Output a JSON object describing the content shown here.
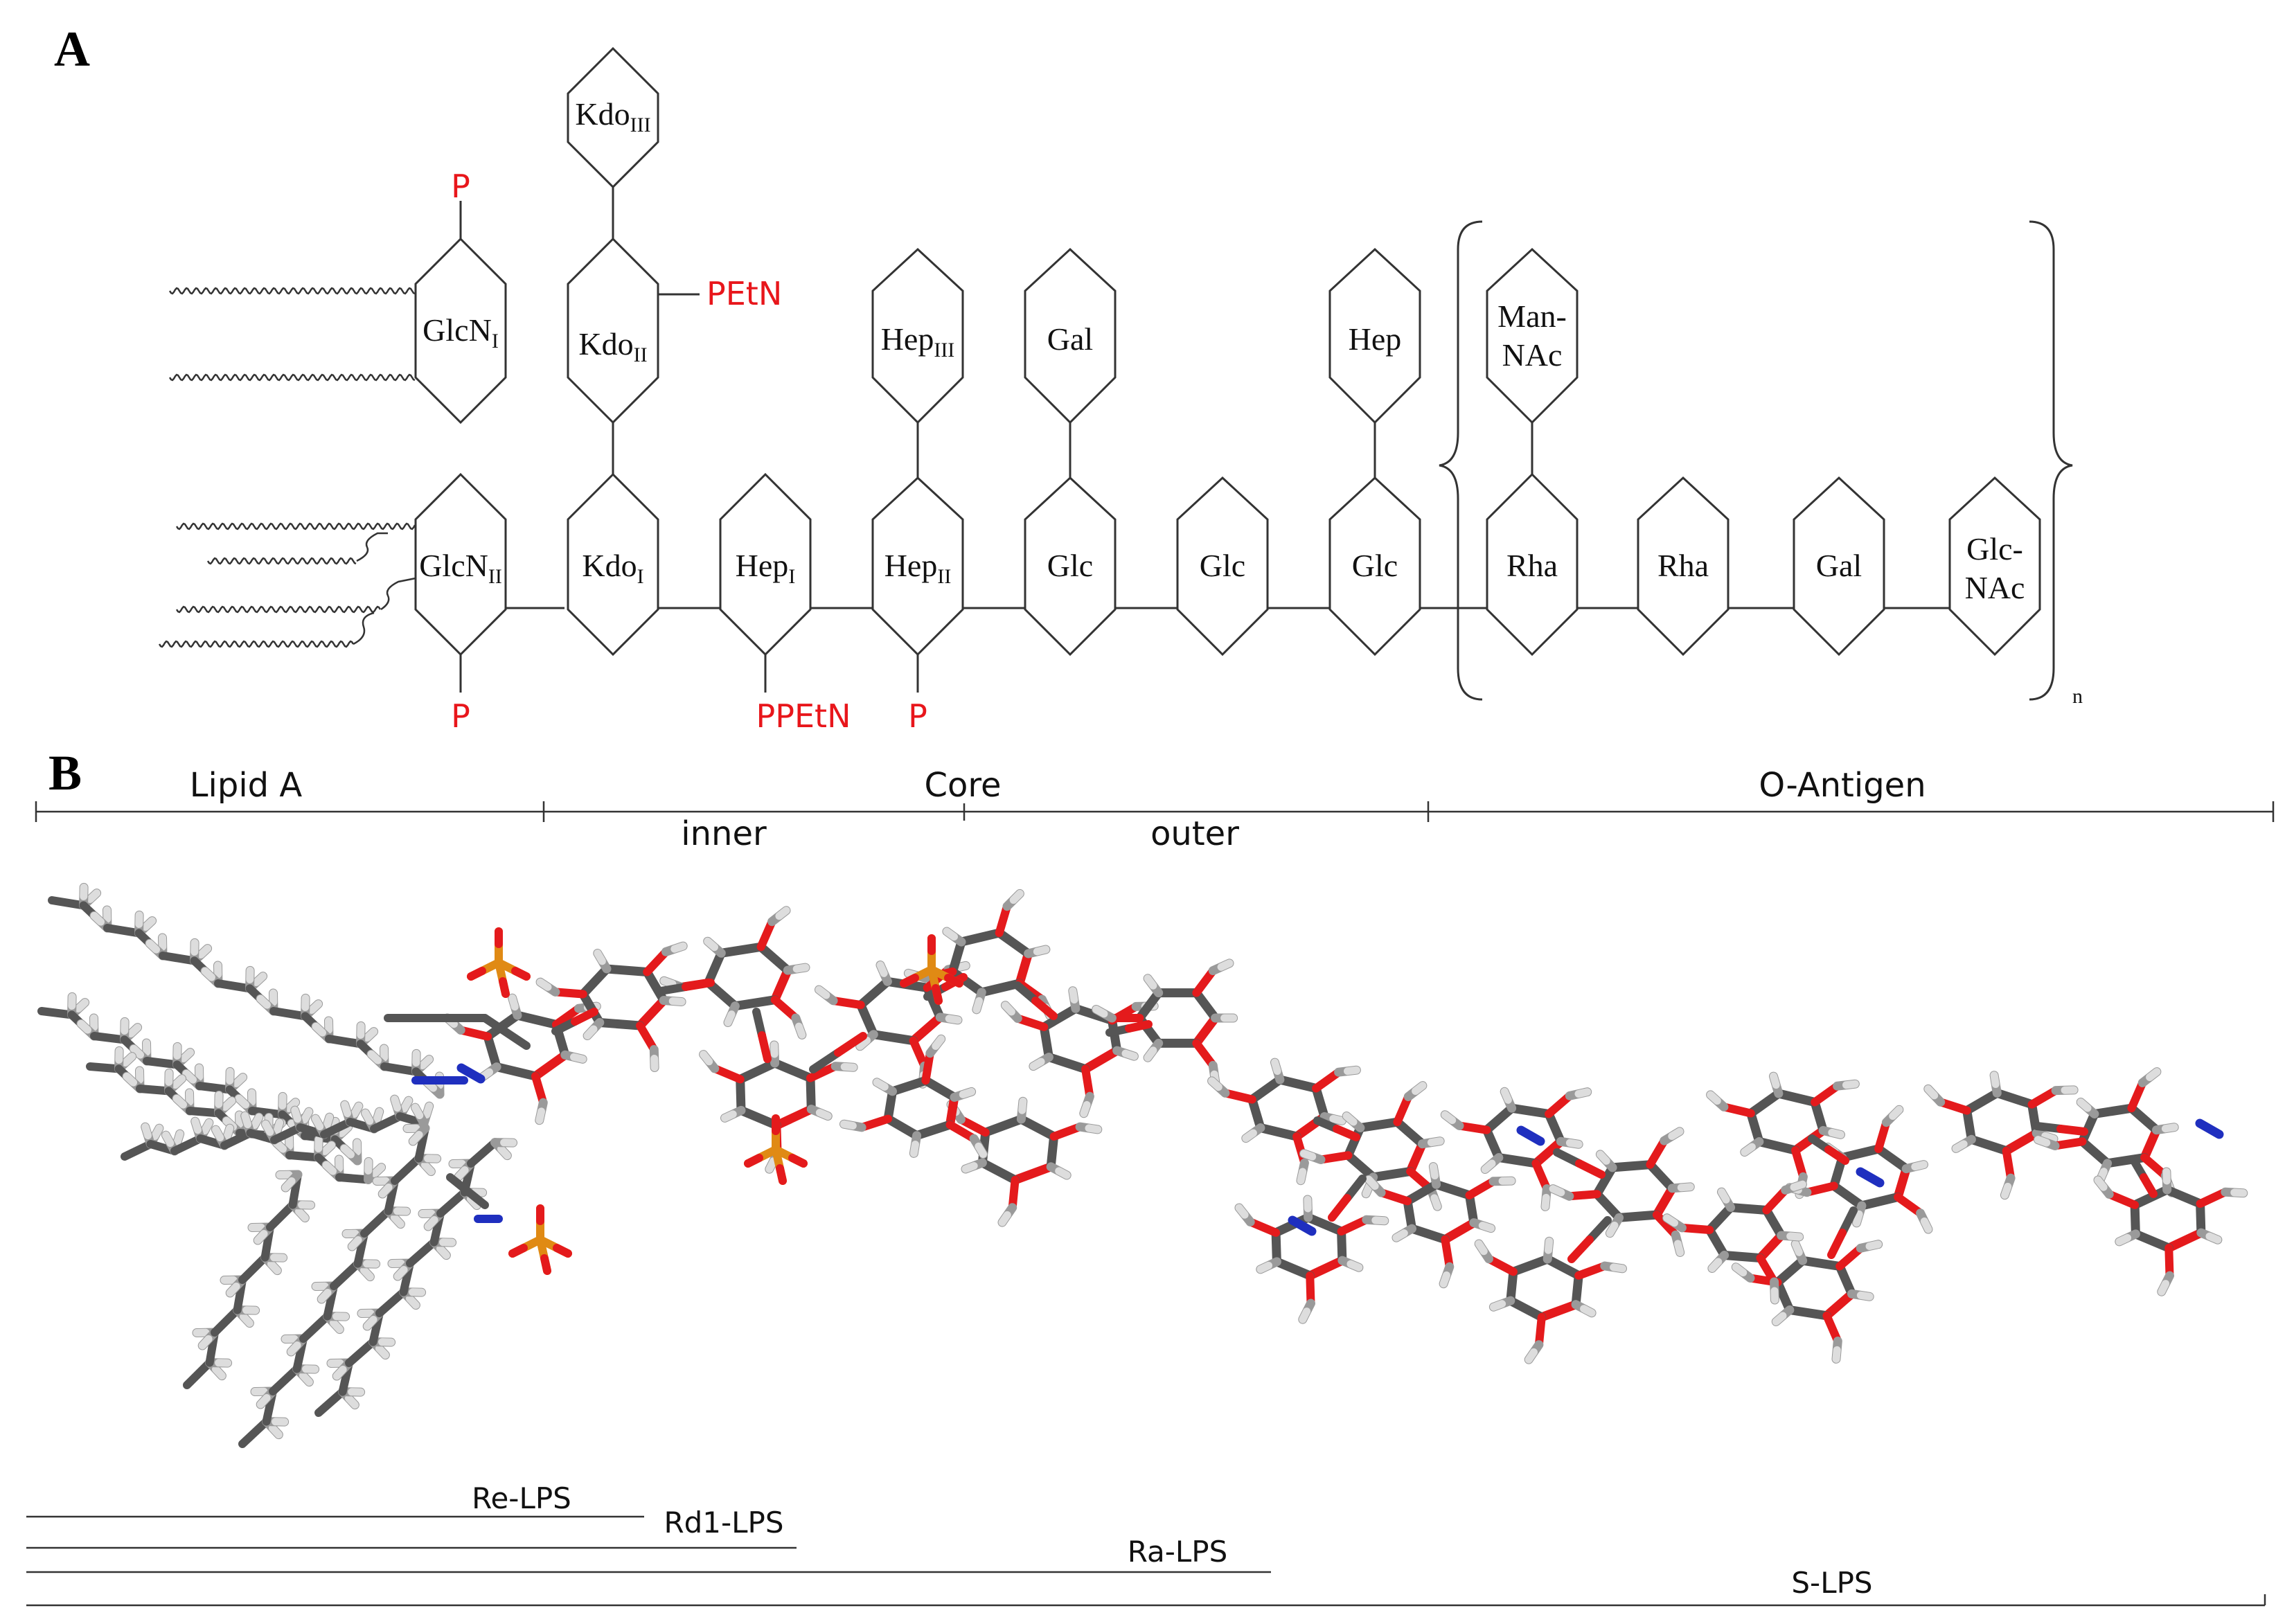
{
  "panels": {
    "a": "A",
    "b": "B"
  },
  "substituents": {
    "p_top": "P",
    "pethn_kdo2": "PEtN",
    "p_bottom_glcn2": "P",
    "ppethn_hep1": "PPEtN",
    "p_bottom_hep2": "P"
  },
  "sugars": {
    "glcn1": {
      "main": "GlcN",
      "sub": "I"
    },
    "glcn2": {
      "main": "GlcN",
      "sub": "II"
    },
    "kdo1": {
      "main": "Kdo",
      "sub": "I"
    },
    "kdo2": {
      "main": "Kdo",
      "sub": "II"
    },
    "kdo3": {
      "main": "Kdo",
      "sub": "III"
    },
    "hep1": {
      "main": "Hep",
      "sub": "I"
    },
    "hep2": {
      "main": "Hep",
      "sub": "II"
    },
    "hep3": {
      "main": "Hep",
      "sub": "III"
    },
    "gal_top": {
      "main": "Gal",
      "sub": ""
    },
    "glc1": {
      "main": "Glc",
      "sub": ""
    },
    "glc2": {
      "main": "Glc",
      "sub": ""
    },
    "glc3": {
      "main": "Glc",
      "sub": ""
    },
    "hep_top": {
      "main": "Hep",
      "sub": ""
    },
    "mannac": {
      "line1": "Man-",
      "line2": "NAc"
    },
    "rha1": {
      "main": "Rha",
      "sub": ""
    },
    "rha2": {
      "main": "Rha",
      "sub": ""
    },
    "gal_o": {
      "main": "Gal",
      "sub": ""
    },
    "glcnac": {
      "line1": "Glc-",
      "line2": "NAc"
    }
  },
  "repeat_subscript": "n",
  "segments": {
    "lipid_a": "Lipid A",
    "core": "Core",
    "o_antigen": "O-Antigen",
    "inner": "inner",
    "outer": "outer"
  },
  "lps_types": {
    "re": "Re-LPS",
    "rd1": "Rd1-LPS",
    "ra": "Ra-LPS",
    "s": "S-LPS"
  },
  "colors": {
    "carbon": "#555555",
    "oxygen": "#e41a1c",
    "nitrogen": "#1f2fbf",
    "phosphorus": "#e08a14",
    "hydrogen": "#dddddd",
    "substituent_text": "#e8161b"
  }
}
